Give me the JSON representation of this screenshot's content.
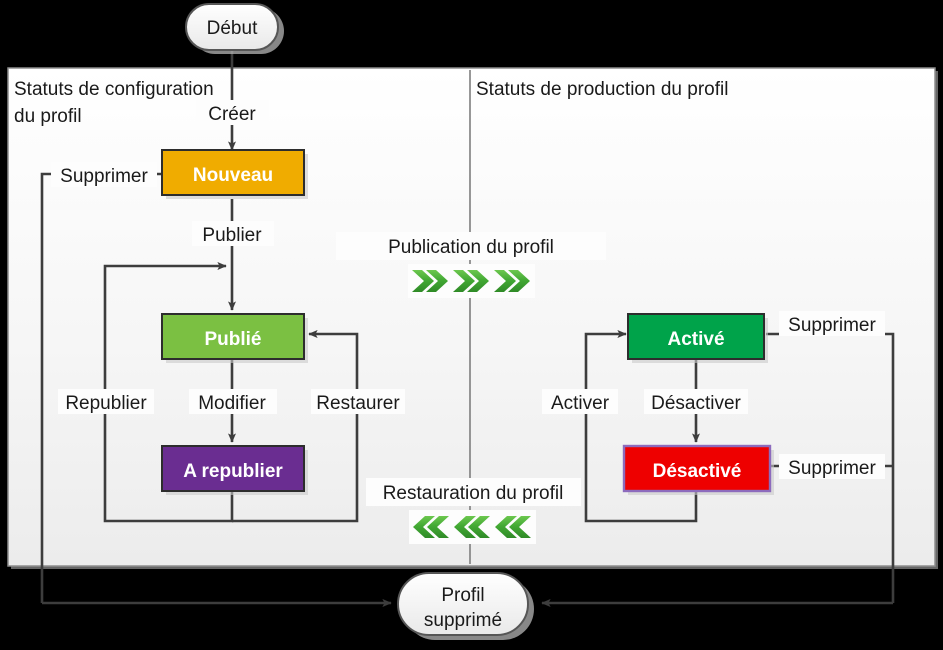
{
  "diagram": {
    "background": "#000000",
    "panel_fill_top": "#ffffff",
    "panel_fill_bottom": "#eceded",
    "line_color": "#3d3d3d",
    "zones": {
      "left_title_line1": "Statuts de configuration",
      "left_title_line2": "du profil",
      "right_title": "Statuts de production du profil"
    },
    "terminators": [
      {
        "id": "debut",
        "label": "Début",
        "fill": "#f4f4f4",
        "border": "#565656"
      },
      {
        "id": "profil-supprime",
        "label_line1": "Profil",
        "label_line2": "supprimé",
        "fill": "#f4f4f4",
        "border": "#565656"
      }
    ],
    "states": [
      {
        "id": "nouveau",
        "label": "Nouveau",
        "fill": "#f0ac00",
        "border": "#2d2d2d",
        "text": "#ffffff"
      },
      {
        "id": "publie",
        "label": "Publié",
        "fill": "#7bc042",
        "border": "#2d2d2d",
        "text": "#ffffff"
      },
      {
        "id": "a-republier",
        "label": "A republier",
        "fill": "#6a2d91",
        "border": "#2d2d2d",
        "text": "#ffffff"
      },
      {
        "id": "active",
        "label": "Activé",
        "fill": "#00a34a",
        "border": "#2d2d2d",
        "text": "#ffffff"
      },
      {
        "id": "desactive",
        "label": "Désactivé",
        "fill": "#ee0000",
        "border": "#8d6bbd",
        "text": "#ffffff"
      }
    ],
    "transitions": [
      {
        "id": "creer",
        "label": "Créer"
      },
      {
        "id": "publier",
        "label": "Publier"
      },
      {
        "id": "modifier",
        "label": "Modifier"
      },
      {
        "id": "republier",
        "label": "Republier"
      },
      {
        "id": "restaurer",
        "label": "Restaurer"
      },
      {
        "id": "activer",
        "label": "Activer"
      },
      {
        "id": "desactiver",
        "label": "Désactiver"
      },
      {
        "id": "supprimer-nouveau",
        "label": "Supprimer"
      },
      {
        "id": "supprimer-active",
        "label": "Supprimer"
      },
      {
        "id": "supprimer-desactive",
        "label": "Supprimer"
      }
    ],
    "flows": [
      {
        "id": "publication",
        "label": "Publication du profil",
        "direction": "right",
        "chevron_count": 3,
        "chevron_color": "#3faa35"
      },
      {
        "id": "restauration",
        "label": "Restauration du profil",
        "direction": "left",
        "chevron_count": 3,
        "chevron_color": "#3faa35"
      }
    ]
  }
}
